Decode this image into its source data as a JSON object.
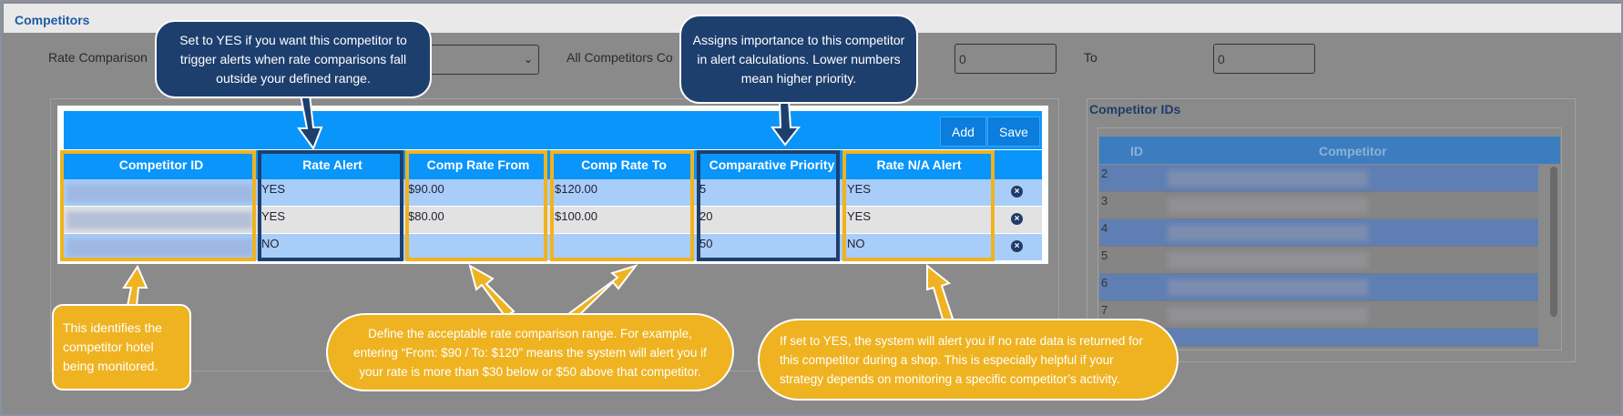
{
  "panel_title": "Competitors",
  "filters": {
    "rate_comparison_label": "Rate Comparison",
    "all_competitors_label": "All Competitors Co",
    "to_label": "To",
    "from_value": "0",
    "to_value": "0"
  },
  "toolbar": {
    "add_label": "Add",
    "save_label": "Save"
  },
  "table": {
    "headers": [
      "Competitor ID",
      "Rate Alert",
      "Comp Rate From",
      "Comp Rate To",
      "Comparative Priority",
      "Rate N/A Alert"
    ],
    "rows": [
      {
        "rate_alert": "YES",
        "from": "$90.00",
        "to": "$120.00",
        "priority": "5",
        "na_alert": "YES"
      },
      {
        "rate_alert": "YES",
        "from": "$80.00",
        "to": "$100.00",
        "priority": "20",
        "na_alert": "YES"
      },
      {
        "rate_alert": "NO",
        "from": "",
        "to": "",
        "priority": "50",
        "na_alert": "NO"
      }
    ]
  },
  "competitor_ids": {
    "title": "Competitor IDs",
    "headers": [
      "ID",
      "Competitor"
    ],
    "ids": [
      "2",
      "3",
      "4",
      "5",
      "6",
      "7"
    ]
  },
  "callouts": {
    "rate_alert": "Set to YES if you want this competitor to trigger alerts when rate comparisons fall outside your defined range.",
    "priority": "Assigns importance to this competitor in alert calculations. Lower numbers mean higher priority.",
    "competitor_id": "This identifies the competitor hotel being monitored.",
    "range": "Define the acceptable rate comparison range. For example, entering “From: $90 / To: $120” means the system will alert you if your rate is more than $30 below or $50 above that competitor.",
    "na_alert": "If set to YES, the system will alert you if no rate data is returned for this competitor during a shop. This is especially helpful if your strategy depends on monitoring a specific competitor’s activity."
  },
  "colors": {
    "accent": "#0a95fb",
    "gold": "#efb321",
    "navy": "#1d3f6e",
    "row_blue": "#a8cdf9",
    "row_gray": "#e2e2e2"
  }
}
